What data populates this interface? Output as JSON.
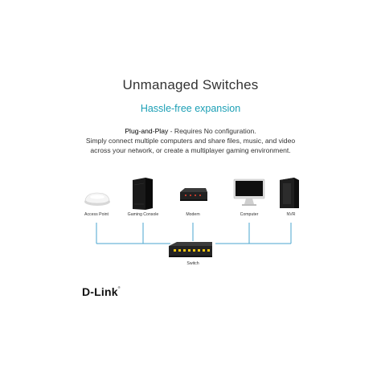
{
  "title": "Unmanaged Switches",
  "subtitle": "Hassle-free expansion",
  "description": {
    "lead": "Plug-and-Play",
    "lead_rest": " - Requires No configuration.",
    "line2": "Simply connect multiple computers and share files, music, and video",
    "line3": "across your network, or create a multiplayer gaming environment."
  },
  "devices": [
    {
      "label": "Access Point",
      "icon": "access-point-icon"
    },
    {
      "label": "Gaming Console",
      "icon": "gaming-console-icon"
    },
    {
      "label": "Modem",
      "icon": "modem-icon"
    },
    {
      "label": "Computer",
      "icon": "computer-icon"
    },
    {
      "label": "NVR",
      "icon": "nvr-icon"
    }
  ],
  "hub": {
    "label": "Switch",
    "icon": "switch-icon"
  },
  "brand": {
    "name": "D-Link",
    "mark": "®"
  },
  "colors": {
    "accent": "#1b9fb5",
    "connector": "#4aa6cf"
  }
}
